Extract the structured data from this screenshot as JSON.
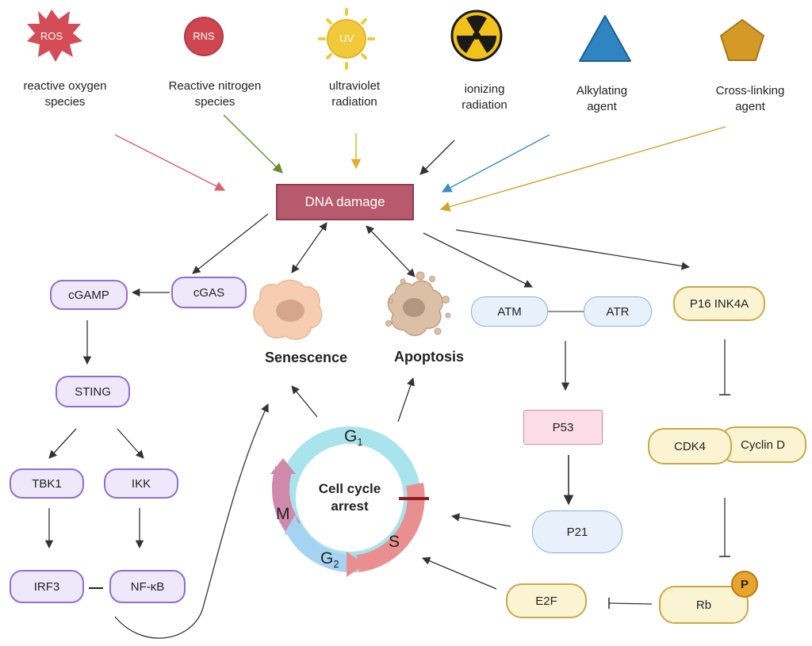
{
  "stressors": [
    {
      "badge": "ROS",
      "label1": "reactive oxygen",
      "label2": "species",
      "icon": "red-starburst-icon"
    },
    {
      "badge": "RNS",
      "label1": "Reactive nitrogen",
      "label2": "species",
      "icon": "red-circle-icon"
    },
    {
      "badge": "UV",
      "label1": "ultraviolet",
      "label2": "radiation",
      "icon": "sun-icon"
    },
    {
      "badge": "",
      "label1": "ionizing",
      "label2": "radiation",
      "icon": "radiation-icon"
    },
    {
      "badge": "",
      "label1": "Alkylating",
      "label2": "agent",
      "icon": "blue-triangle-icon"
    },
    {
      "badge": "",
      "label1": "Cross-linking",
      "label2": "agent",
      "icon": "gold-pentagon-icon"
    }
  ],
  "dna_damage": "DNA damage",
  "left_pathway": {
    "cgas": "cGAS",
    "cgamp": "cGAMP",
    "sting": "STING",
    "tbk1": "TBK1",
    "ikk": "IKK",
    "irf3": "IRF3",
    "nfkb": "NF-κB"
  },
  "outcomes": {
    "senescence": "Senescence",
    "apoptosis": "Apoptosis"
  },
  "cell_cycle": {
    "center_line1": "Cell cycle",
    "center_line2": "arrest",
    "g1": "G",
    "g1_sub": "1",
    "s": "S",
    "g2": "G",
    "g2_sub": "2",
    "m": "M"
  },
  "right_pathway": {
    "atm": "ATM",
    "atr": "ATR",
    "p53": "P53",
    "p21": "P21",
    "p16": "P16 INK4A",
    "cdk4": "CDK4",
    "cyclin_d": "Cyclin D",
    "rb": "Rb",
    "phospho": "P",
    "e2f": "E2F"
  },
  "colors": {
    "ros": "#d44c56",
    "rns": "#cf4651",
    "uv": "#f2c93a",
    "radiation": "#f1c21b",
    "alkylating": "#2f84c2",
    "crosslinking": "#d49a28",
    "dna_box": "#b85a6e",
    "arrow_ros": "#d9626a",
    "arrow_rns": "#6e8a30",
    "arrow_uv": "#e0b02a",
    "arrow_alk": "#3a8ec4",
    "arrow_cross": "#d2a22c"
  }
}
